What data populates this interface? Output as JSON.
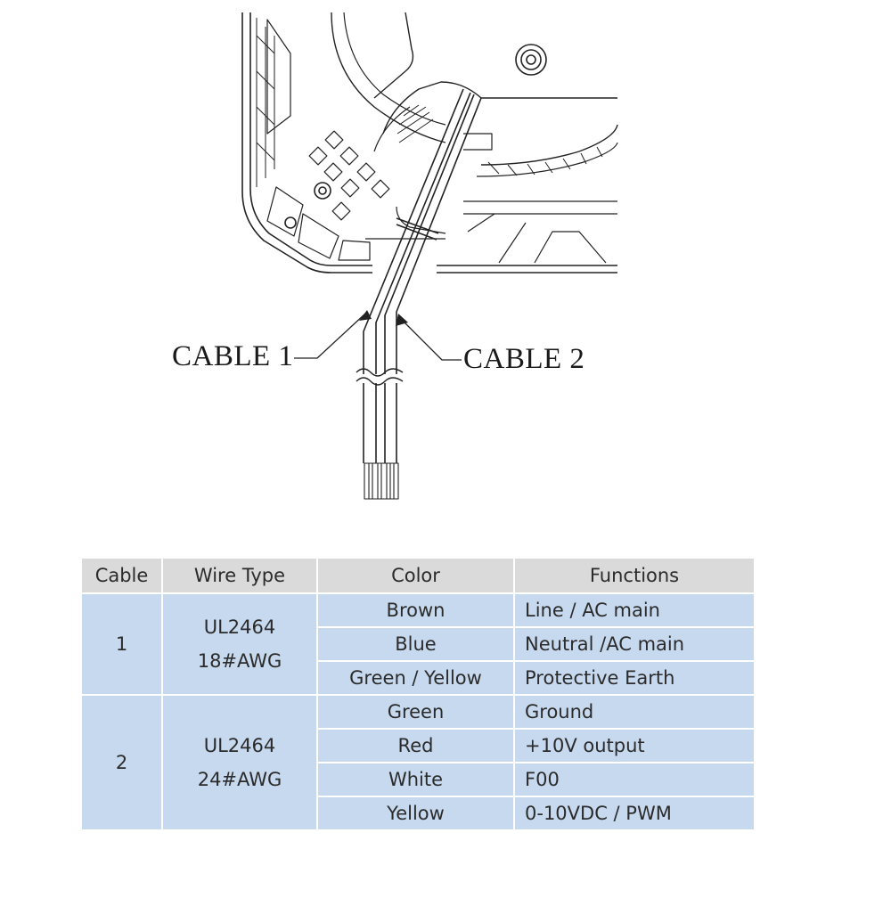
{
  "diagram": {
    "cable1_label": "CABLE 1",
    "cable2_label": "CABLE 2"
  },
  "table": {
    "headers": [
      "Cable",
      "Wire Type",
      "Color",
      "Functions"
    ],
    "groups": [
      {
        "cable": "1",
        "wire_type": [
          "UL2464",
          "18#AWG"
        ],
        "rows": [
          {
            "color": "Brown",
            "function": "Line / AC main"
          },
          {
            "color": "Blue",
            "function": "Neutral /AC main"
          },
          {
            "color": "Green / Yellow",
            "function": "Protective Earth"
          }
        ]
      },
      {
        "cable": "2",
        "wire_type": [
          "UL2464",
          "24#AWG"
        ],
        "rows": [
          {
            "color": "Green",
            "function": "Ground"
          },
          {
            "color": "Red",
            "function": "+10V output"
          },
          {
            "color": "White",
            "function": "F00"
          },
          {
            "color": "Yellow",
            "function": "0-10VDC / PWM"
          }
        ]
      }
    ],
    "colors": {
      "header_bg": "#dadada",
      "cell_bg": "#c7d9ef",
      "border": "#ffffff"
    }
  }
}
